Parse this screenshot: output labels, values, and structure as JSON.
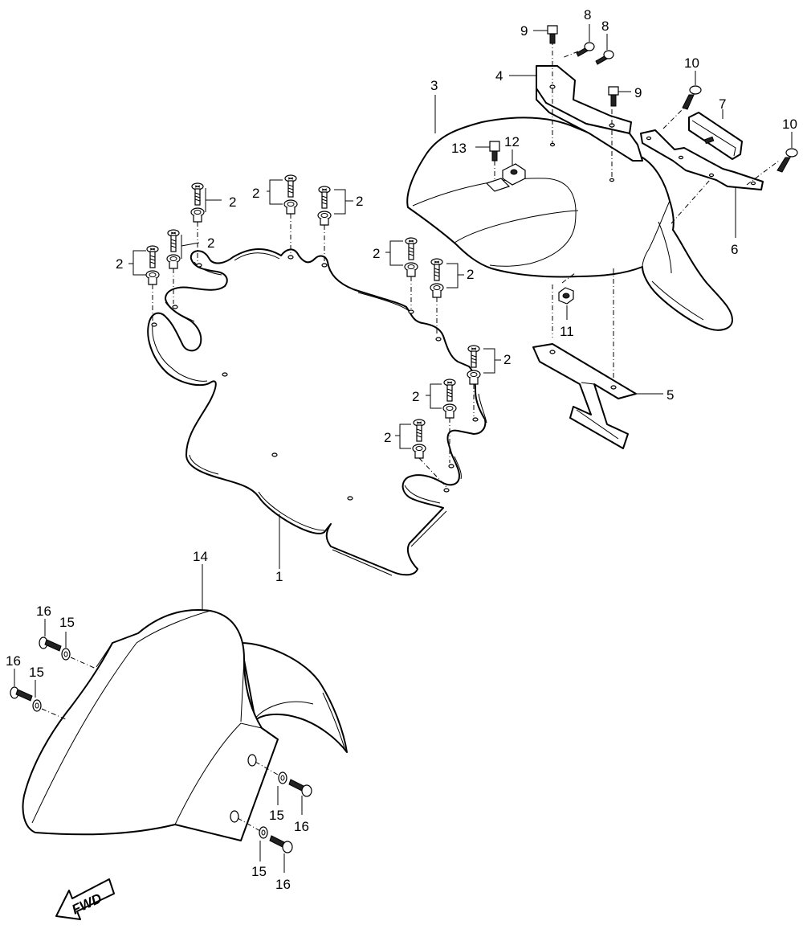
{
  "callouts": {
    "c1": "1",
    "c2": "2",
    "c3": "3",
    "c4": "4",
    "c5": "5",
    "c6": "6",
    "c7": "7",
    "c8": "8",
    "c9": "9",
    "c10": "10",
    "c11": "11",
    "c12": "12",
    "c13": "13",
    "c14": "14",
    "c15": "15",
    "c16": "16"
  },
  "fwd_label": "FWD"
}
